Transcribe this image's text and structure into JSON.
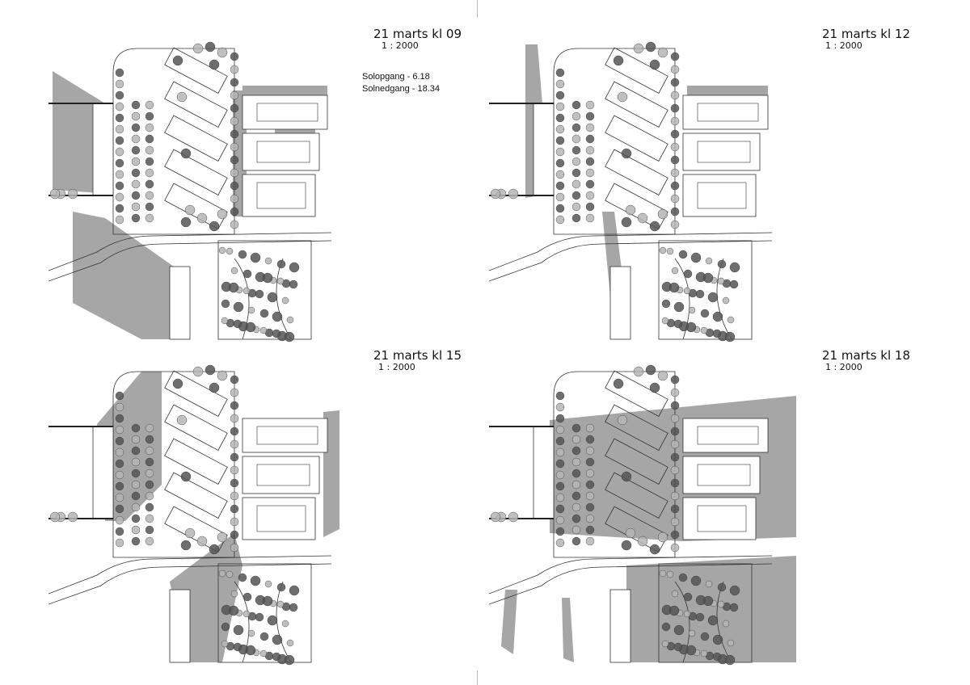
{
  "panels": [
    {
      "title": "21 marts kl 09",
      "scale": "1 : 2000",
      "sunrise": "Solopgang - 6.18",
      "sunset": "Solnedgang - 18.34"
    },
    {
      "title": "21 marts kl 12",
      "scale": "1 : 2000"
    },
    {
      "title": "21 marts kl 15",
      "scale": "1 : 2000"
    },
    {
      "title": "21 marts kl 18",
      "scale": "1 : 2000"
    }
  ],
  "colors": {
    "shadow": "#a6a6a6",
    "tree_dark": "#555555",
    "tree_light": "#b5b5b5",
    "line": "#333333"
  }
}
